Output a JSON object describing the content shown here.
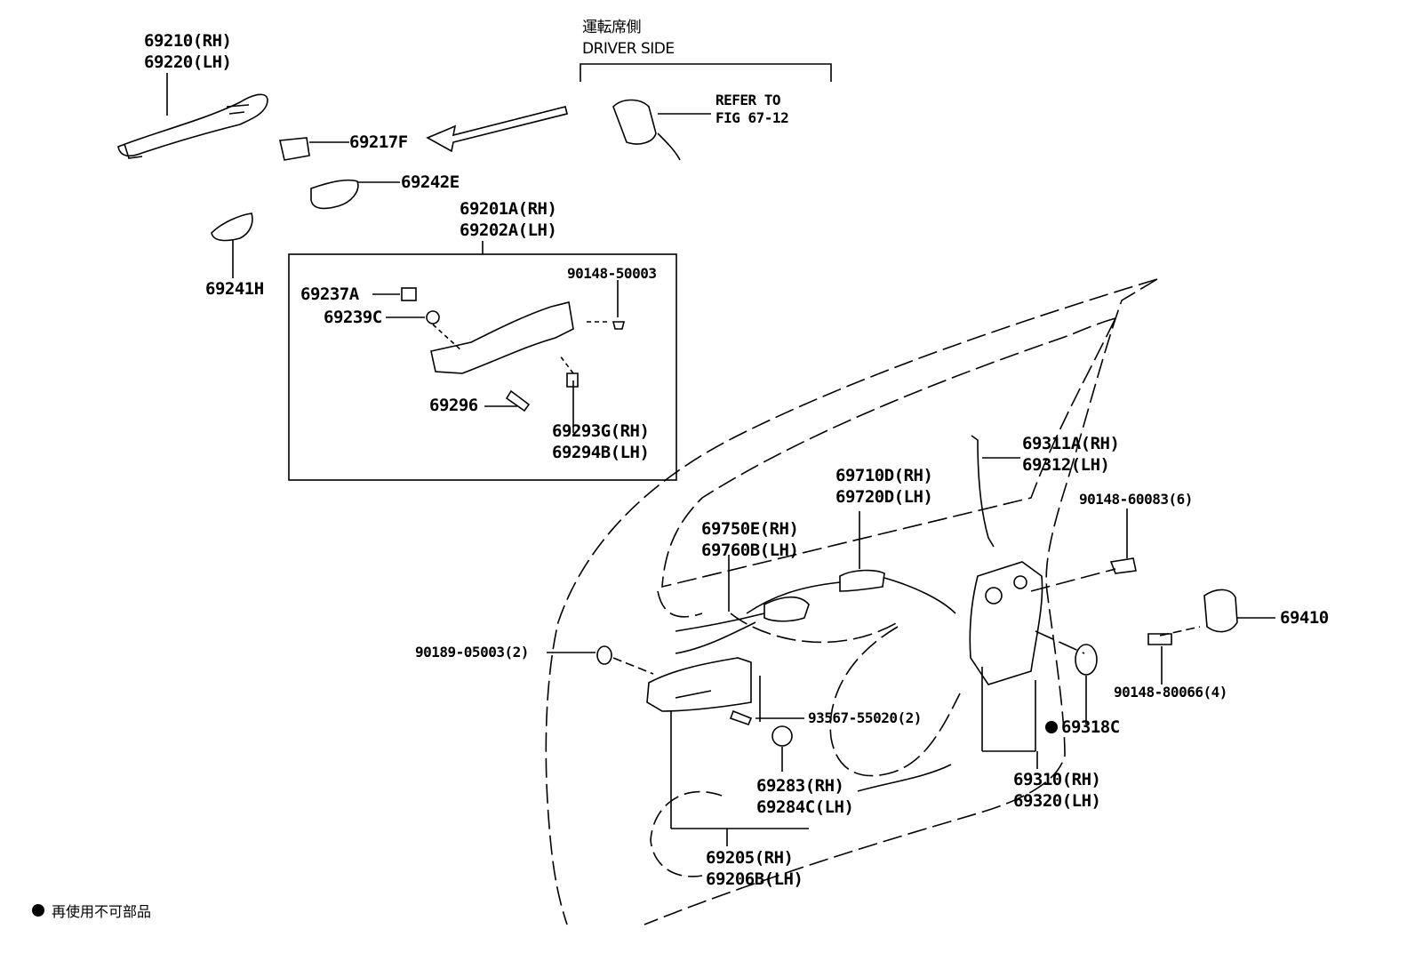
{
  "driver_side": {
    "jp": "運転席側",
    "en": "DRIVER SIDE"
  },
  "refer": {
    "line1": "REFER TO",
    "line2": "FIG 67-12"
  },
  "parts": {
    "p69210": "69210(RH)",
    "p69220": "69220(LH)",
    "p69217F": "69217F",
    "p69242E": "69242E",
    "p69241H": "69241H",
    "p69201A": "69201A(RH)",
    "p69202A": "69202A(LH)",
    "p69237A": "69237A",
    "p69239C": "69239C",
    "p90148_50003": "90148-50003",
    "p69296": "69296",
    "p69293G": "69293G(RH)",
    "p69294B": "69294B(LH)",
    "p69311A": "69311A(RH)",
    "p69312": "69312(LH)",
    "p69710D": "69710D(RH)",
    "p69720D": "69720D(LH)",
    "p90148_60083": "90148-60083(6)",
    "p69750E": "69750E(RH)",
    "p69760B": "69760B(LH)",
    "p69410": "69410",
    "p90189_05003": "90189-05003(2)",
    "p90148_80066": "90148-80066(4)",
    "p93567_55020": "93567-55020(2)",
    "p69318C": "69318C",
    "p69283": "69283(RH)",
    "p69284C": "69284C(LH)",
    "p69310": "69310(RH)",
    "p69320": "69320(LH)",
    "p69205": "69205(RH)",
    "p69206B": "69206B(LH)"
  },
  "legend": {
    "text": "再使用不可部品"
  }
}
